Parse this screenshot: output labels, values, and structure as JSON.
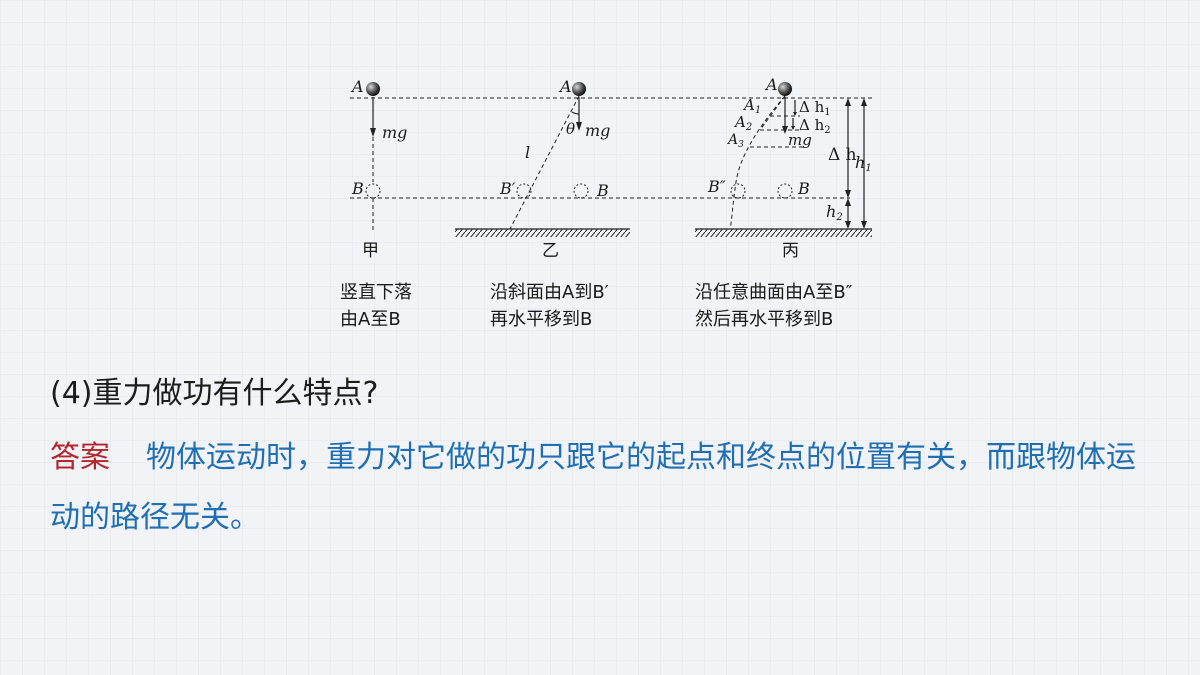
{
  "figure": {
    "labels": {
      "A": "A",
      "B": "B",
      "B_prime": "B′",
      "B_double_prime": "B″",
      "mg": "mg",
      "theta": "θ",
      "l": "l",
      "A1": "A",
      "A2": "A",
      "A3": "A",
      "sub1": "1",
      "sub2": "2",
      "sub3": "3",
      "dh1": "Δ h",
      "dh2": "Δ h",
      "dh": "Δ h",
      "h1": "h",
      "h2": "h"
    },
    "panels": [
      {
        "name": "甲",
        "caption_line1": "竖直下落",
        "caption_line2": "由A至B"
      },
      {
        "name": "乙",
        "caption_line1": "沿斜面由A到B′",
        "caption_line2": "再水平移到B"
      },
      {
        "name": "丙",
        "caption_line1": "沿任意曲面由A至B″",
        "caption_line2": "然后再水平移到B"
      }
    ]
  },
  "question": "(4)重力做功有什么特点?",
  "answer": {
    "label": "答案",
    "text": "物体运动时，重力对它做的功只跟它的起点和终点的位置有关，而跟物体运动的路径无关。"
  }
}
